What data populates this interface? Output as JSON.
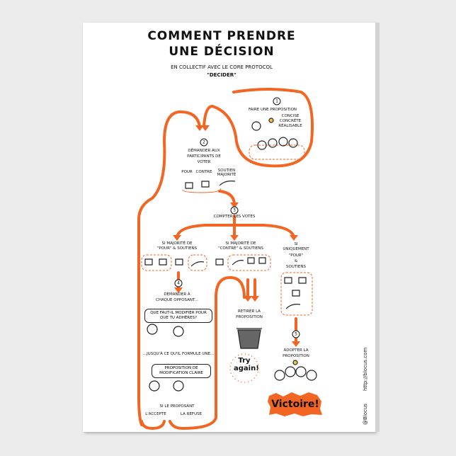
{
  "title": {
    "line1": "Comment prendre",
    "line2": "une décision"
  },
  "subtitle": {
    "line1": "en collectif avec le core protocol",
    "line2": "\"Decider\""
  },
  "colors": {
    "accent": "#f26522",
    "ink": "#111111",
    "background": "#ececec"
  },
  "steps": {
    "step1": {
      "number": "1",
      "label": "Faire une proposition",
      "qualities": [
        "Concise",
        "Concrète",
        "Réalisable"
      ]
    },
    "step2": {
      "number": "2",
      "label_lines": [
        "Démander aux",
        "participants de",
        "voter"
      ],
      "options": [
        "Pour",
        "Contre",
        "Soutien majorité"
      ]
    },
    "step3": {
      "number": "3",
      "label": "Compter les votes"
    },
    "step4": {
      "number": "4",
      "label_lines": [
        "Demander à",
        "chaque opposant..."
      ],
      "question": "Que faut-il modifier pour que tu adhères?",
      "until": "...jusqu'à ce qu'il formule une...",
      "proposal": "Proposition de modification claire",
      "if_label": "Si le proposant",
      "accepts": "l'accepte",
      "refuses": "la refuse"
    },
    "step5": {
      "number": "5",
      "label_lines": [
        "Adopter la",
        "proposition"
      ]
    }
  },
  "branches": {
    "left": {
      "label_lines": [
        "Si majorité de",
        "\"pour\" & soutiens"
      ]
    },
    "middle": {
      "label_lines": [
        "Si majorité de",
        "\"contre\" & soutiens"
      ],
      "outcome_lines": [
        "Retirer la",
        "proposition"
      ],
      "badge": "Try again!"
    },
    "right": {
      "label_lines": [
        "Si",
        "uniquement",
        "\"pour\"",
        "&",
        "soutiens"
      ],
      "badge": "Victoire!"
    }
  },
  "credits": {
    "handle": "@Blocus",
    "url": "http://blocus.com"
  }
}
